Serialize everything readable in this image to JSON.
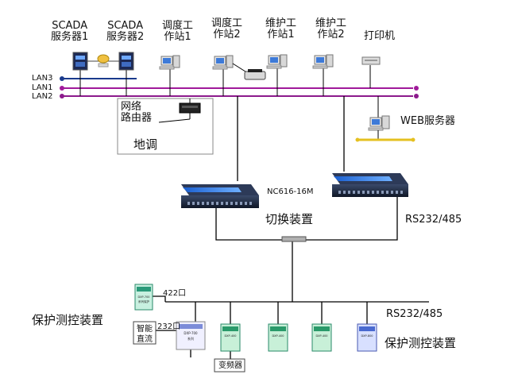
{
  "top_nodes": [
    {
      "line1": "SCADA",
      "line2": "服务器1"
    },
    {
      "line1": "SCADA",
      "line2": "服务器2"
    },
    {
      "line1": "调度工",
      "line2": "作站1"
    },
    {
      "line1": "调度工",
      "line2": "作站2"
    },
    {
      "line1": "维护工",
      "line2": "作站1"
    },
    {
      "line1": "维护工",
      "line2": "作站2"
    },
    {
      "line1": "打印机",
      "line2": ""
    }
  ],
  "lans": [
    "LAN3",
    "LAN1",
    "LAN2"
  ],
  "router": {
    "line1": "网络",
    "line2": "路由器"
  },
  "local_dispatch": "地调",
  "web_server": "WEB服务器",
  "device_model": "NC616-16M",
  "switch_label": "切换装置",
  "rs_upper": "RS232/485",
  "rs_lower": "RS232/485",
  "port_422": "422口",
  "port_232": "232口",
  "protect_left": "保护测控装置",
  "protect_right": "保护测控装置",
  "dc_box": {
    "line1": "智能",
    "line2": "直流"
  },
  "inverter": "变频器",
  "colors": {
    "lan3": "#1a3a8c",
    "lan1": "#a01a9a",
    "lan2": "#8c1a8c",
    "line": "#000000"
  }
}
